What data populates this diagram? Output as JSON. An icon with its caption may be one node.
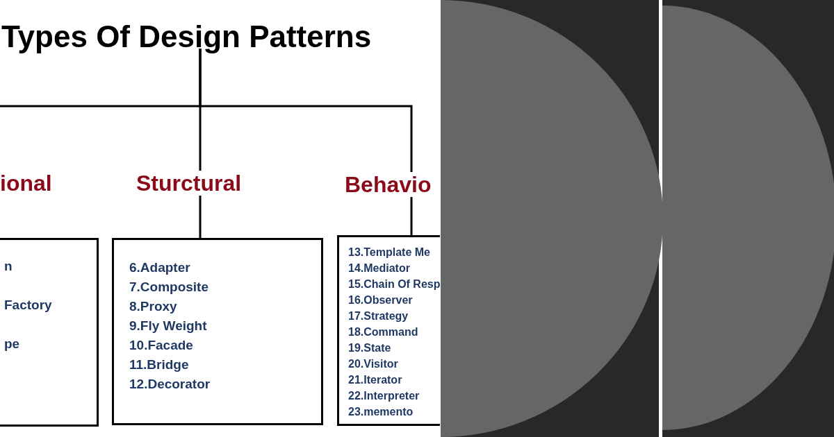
{
  "diagram": {
    "nodes": [
      {
        "text": [
          "Types Of Design Patterns"
        ]
      },
      {
        "text": [
          "ional",
          "n",
          "Factory",
          "pe"
        ]
      },
      {
        "text": [
          "Sturctural",
          "6.Adapter",
          "7.Composite",
          "8.Proxy",
          "9.Fly Weight",
          "10.Facade",
          "11.Bridge",
          "12.Decorator"
        ]
      },
      {
        "text": [
          "Behavio",
          "13.Template Me",
          "14.Mediator",
          "15.Chain Of Resp",
          "16.Observer",
          "17.Strategy",
          "18.Command",
          "19.State",
          "20.Visitor",
          "21.Iterator",
          "22.Interpreter",
          "23.memento"
        ]
      }
    ],
    "edges": [
      {
        "from": 0,
        "to": null,
        "arrow": "none"
      },
      {
        "from": 0,
        "to": 2,
        "arrow": "none"
      },
      {
        "from": 0,
        "to": 3,
        "arrow": "none"
      }
    ]
  }
}
